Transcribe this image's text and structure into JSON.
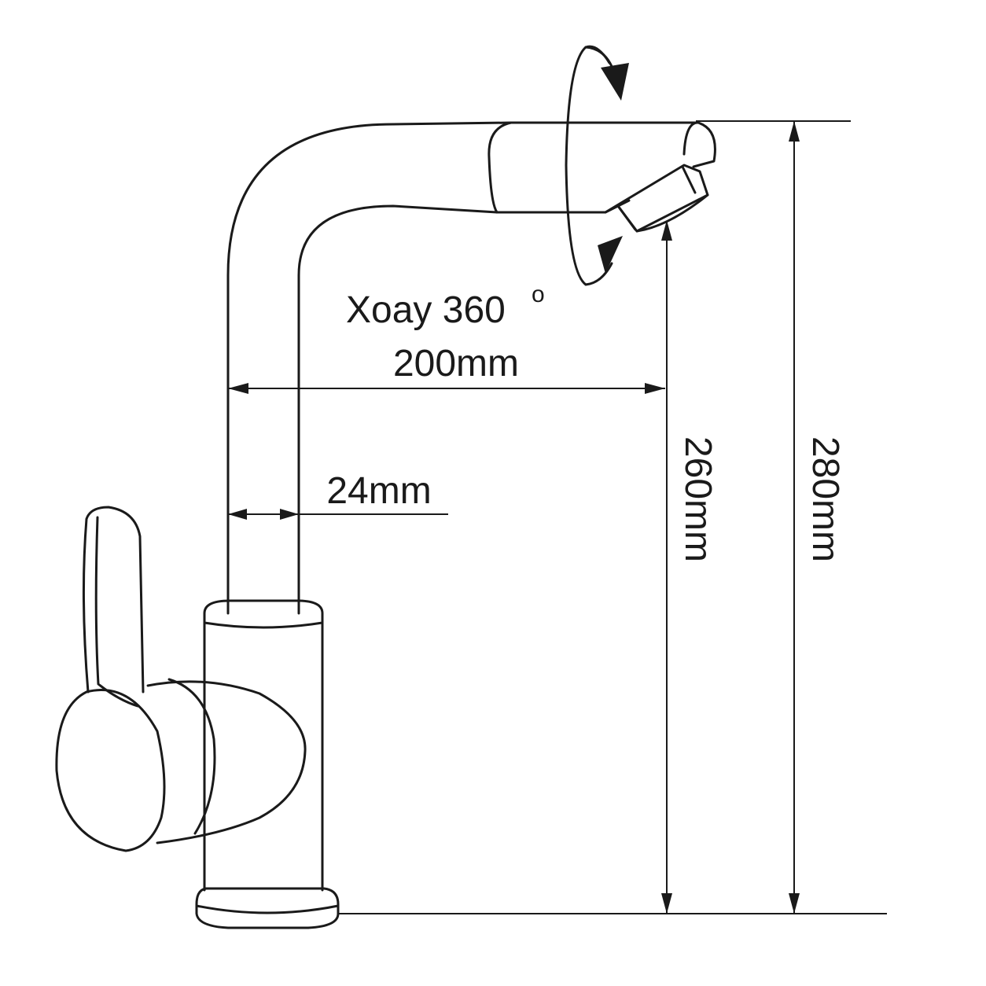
{
  "labels": {
    "rotation": "Xoay 360",
    "rotation_unit": "o",
    "reach": "200mm",
    "pipe_diameter": "24mm",
    "spout_height": "260mm",
    "total_height": "280mm"
  },
  "colors": {
    "line": "#1a1a1a",
    "background": "#ffffff"
  }
}
